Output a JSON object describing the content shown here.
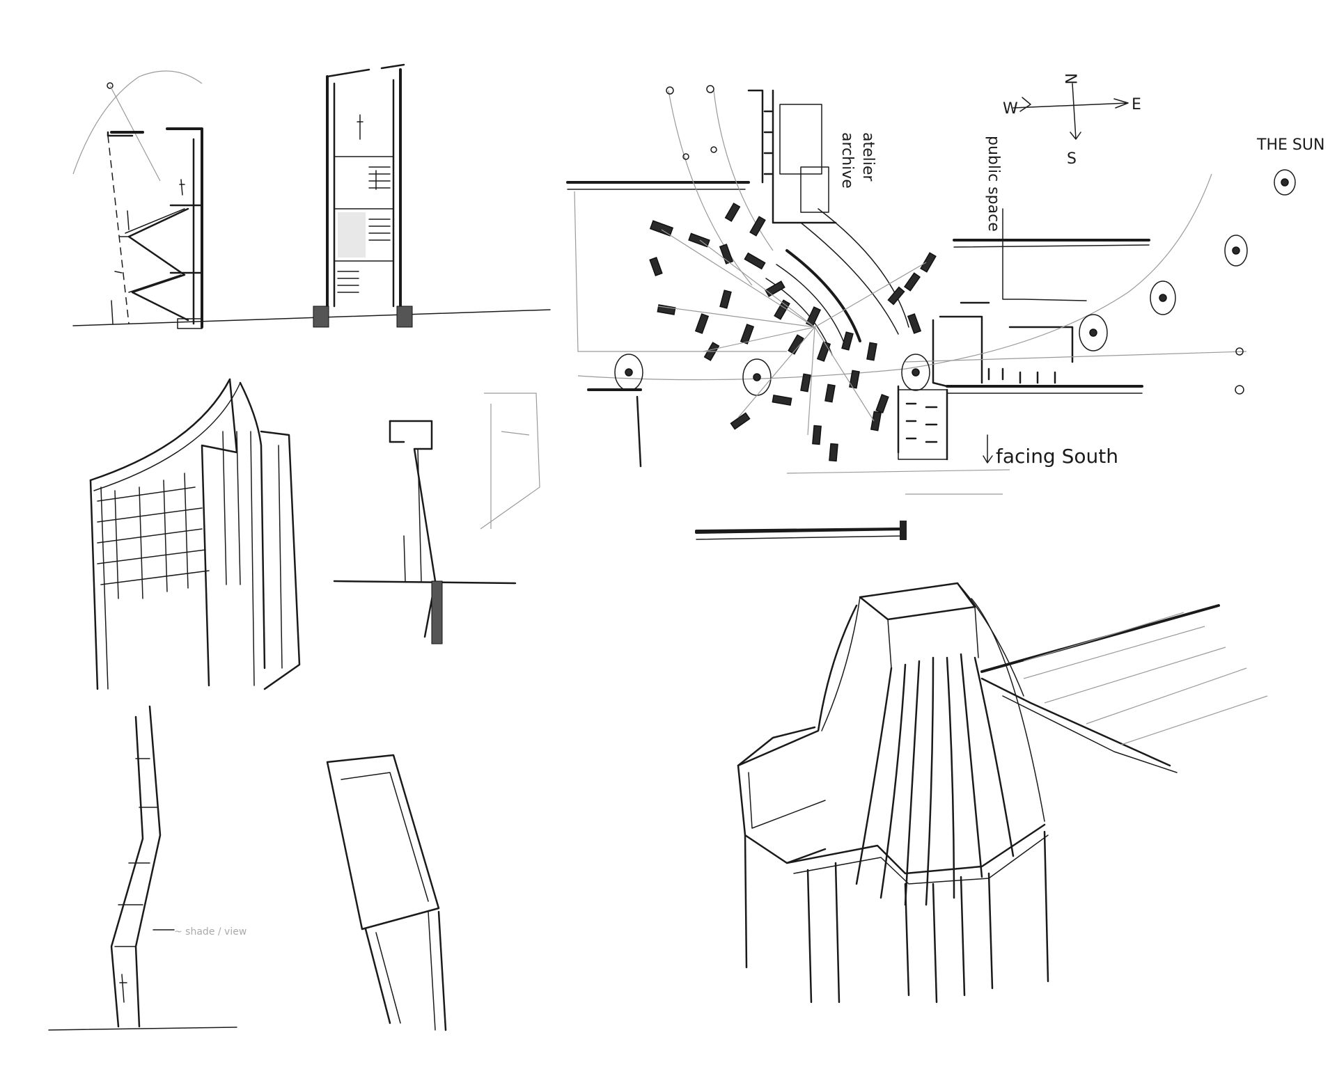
{
  "plan": {
    "compass": {
      "north": "N",
      "west": "W",
      "east": "E",
      "south": "S"
    },
    "labels": {
      "atelier": "atelier",
      "archive": "archive",
      "public_space": "public space",
      "the_sun": "THE SUN",
      "facing_south": "facing South"
    }
  },
  "sections": {
    "note": "~ shade / view"
  }
}
